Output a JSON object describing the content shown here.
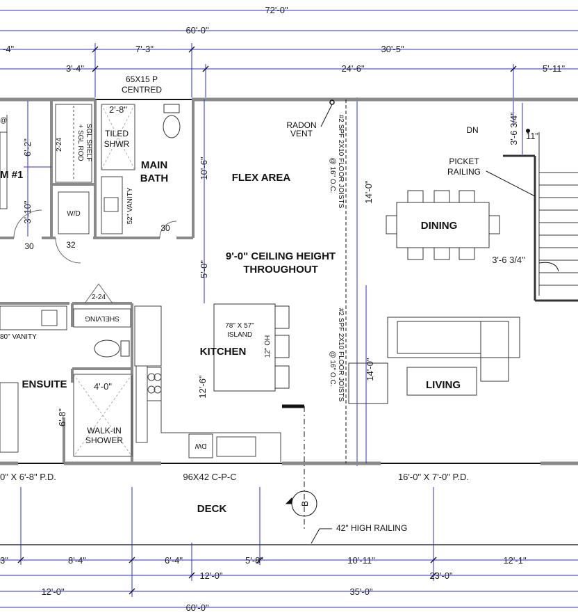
{
  "colors": {
    "dimension": "#2b2bd6",
    "wall": "#8a8a8a",
    "line": "#111111"
  },
  "dimensions": {
    "top": [
      "72'-0\"",
      "60'-0\"",
      "-4\"",
      "7'-3\"",
      "30'-5\"",
      "3'-4\"",
      "24'-6\"",
      "5'-11\""
    ],
    "bottom": [
      "3\"",
      "8'-4\"",
      "6'-4\"",
      "5'-8\"",
      "10'-11\"",
      "12'-1\"",
      "12'-0\"",
      "23'-0\"",
      "12'-0\"",
      "35'-0\"",
      "60'-0\""
    ],
    "interior": [
      "2'-8\"",
      "6'-2\"",
      "2-24",
      "3'-10\"",
      "30",
      "32",
      "30",
      "10'-6\"",
      "14'-0\"",
      "5'-0\"",
      "12'-6\"",
      "14'-0\"",
      "2-24",
      "4'-0\"",
      "6'-8\"",
      "3'-6 3/4\"",
      "11\"",
      "3'-6 3/4\"",
      "12\" OH"
    ]
  },
  "rooms": {
    "bedroom": "M #1",
    "main_bath": [
      "MAIN",
      "BATH"
    ],
    "flex": "FLEX AREA",
    "dining": "DINING",
    "kitchen": "KITCHEN",
    "living": "LIVING",
    "ensuite": "ENSUITE",
    "deck": "DECK"
  },
  "notes": {
    "window_top": [
      "65X15 P",
      "CENTRED"
    ],
    "tiled_shower": [
      "TILED",
      "SHWR"
    ],
    "sgl_shelf": [
      "SGL SHELF",
      "+ SGL ROD"
    ],
    "wd": "W/D",
    "vanity_main": "52\" VANITY",
    "radon": [
      "RADON",
      "VENT"
    ],
    "joists": [
      "#2 SPF 2X10 FLOOR JOISTS",
      "@ 16\" O.C."
    ],
    "ceiling": [
      "9'-0\" CEILING HEIGHT",
      "THROUGHOUT"
    ],
    "dn": "DN",
    "picket": [
      "PICKET",
      "RAILING"
    ],
    "island": [
      "78\" X 57\"",
      "ISLAND"
    ],
    "shelving": "SHELVING",
    "vanity_ensuite": "80\" VANITY",
    "walk_in": [
      "WALK-IN",
      "SHOWER"
    ],
    "dw": "DW",
    "door_left": "0\" X 6'-8\" P.D.",
    "door_kitchen": "96X42 C-P-C",
    "door_living": "16'-0\" X 7'-0\" P.D.",
    "railing": "42\" HIGH RAILING",
    "section_marker": "B",
    "sign": "@"
  }
}
